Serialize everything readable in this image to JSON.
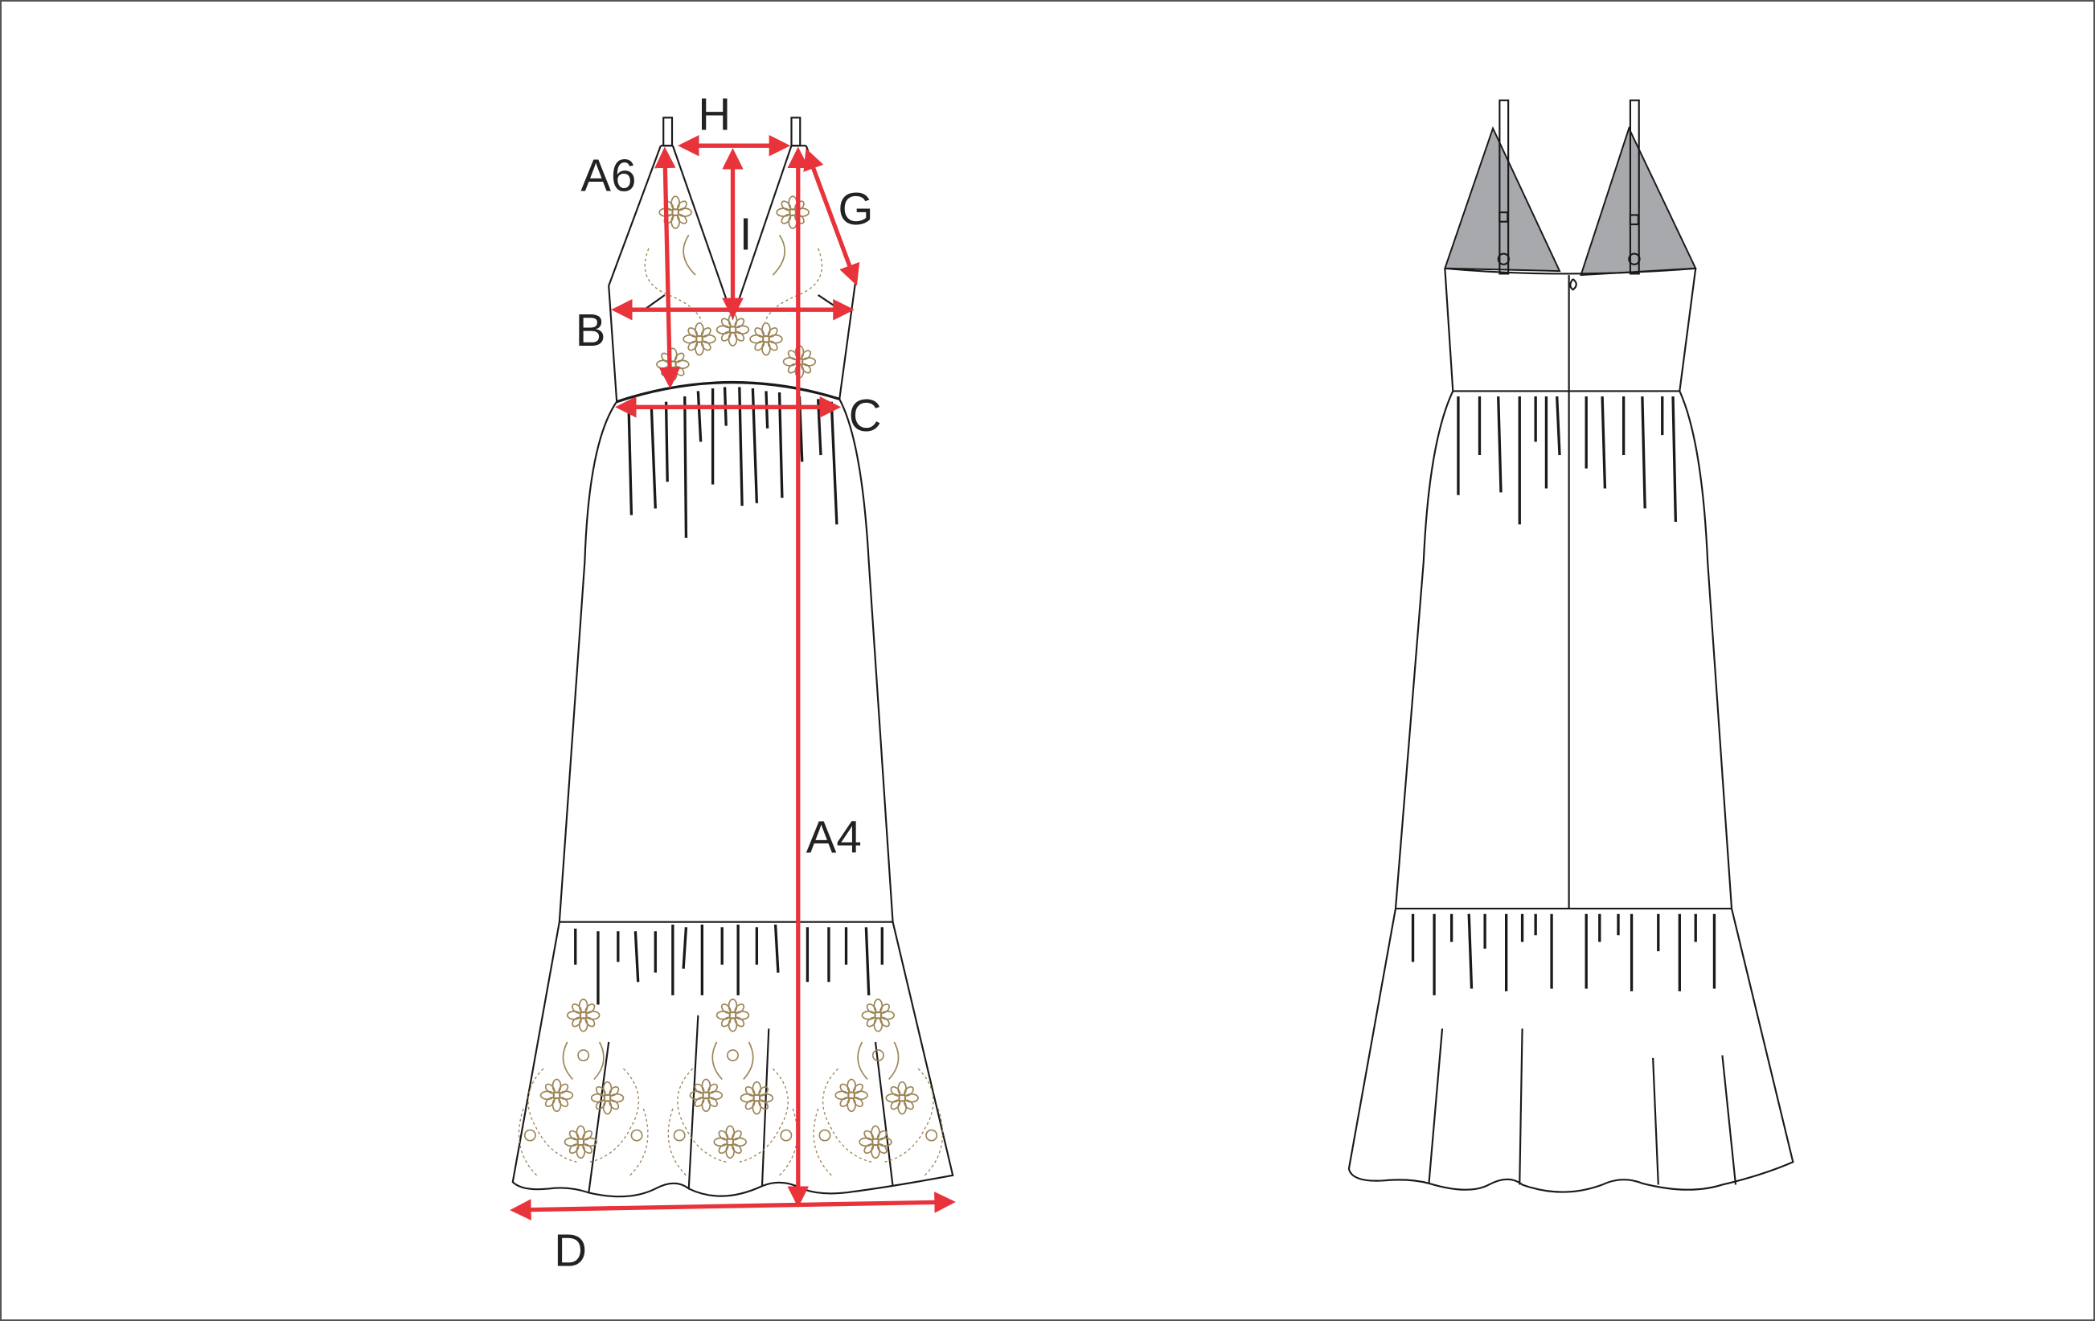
{
  "diagram": {
    "front_view": {
      "measurement_labels": {
        "A6": "A6",
        "H": "H",
        "I": "I",
        "G": "G",
        "B": "B",
        "C": "C",
        "A4": "A4",
        "D": "D"
      }
    },
    "back_view": {},
    "colors": {
      "measure_red": "#e8333b",
      "outline": "#1a1a1a",
      "embroidery": "#9c8455",
      "lining_gray": "#a8a9ad"
    }
  }
}
